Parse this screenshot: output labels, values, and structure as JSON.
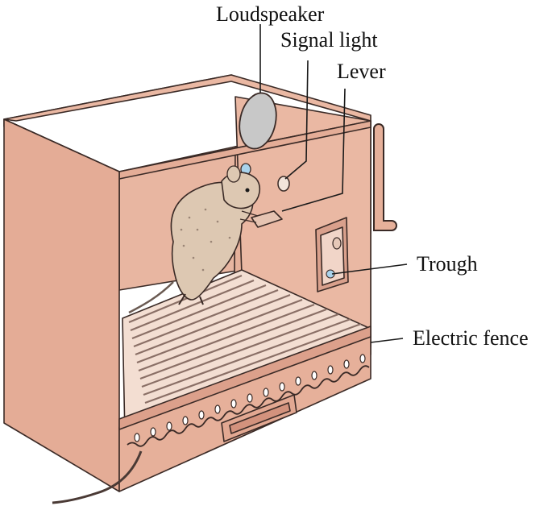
{
  "diagram": {
    "labels": {
      "loudspeaker": "Loudspeaker",
      "signal_light": "Signal light",
      "lever": "Lever",
      "trough": "Trough",
      "electric_fence": "Electric fence"
    },
    "colors": {
      "box_wall": "#eab8a3",
      "box_wall_dark": "#d9a08c",
      "outline": "#3a2a26",
      "rat_fur": "#ddc8b2",
      "speaker": "#c9c9c9",
      "light_blue": "#a9d3ec",
      "background": "#ffffff"
    },
    "icons": [
      "loudspeaker-icon",
      "signal-light-icon",
      "lever-icon",
      "trough-icon",
      "rat-icon",
      "electric-fence-icon"
    ]
  }
}
